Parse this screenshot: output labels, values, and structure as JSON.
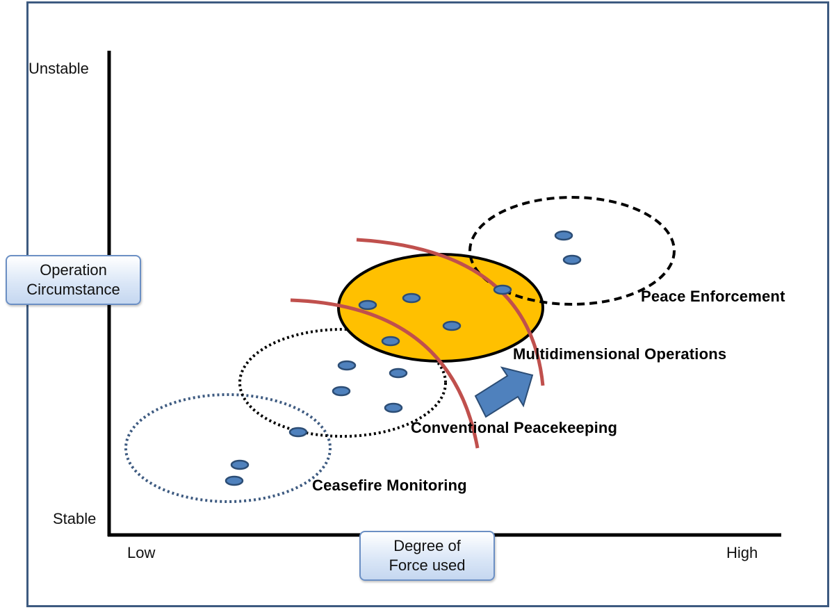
{
  "axes": {
    "y_top_label": "Unstable",
    "y_bottom_label": "Stable",
    "x_left_label": "Low",
    "x_right_label": "High",
    "y_title_lines": [
      "Operation",
      "Circumstance"
    ],
    "x_title_lines": [
      "Degree of",
      "Force used"
    ]
  },
  "zones": {
    "ceasefire": "Ceasefire Monitoring",
    "conventional": "Conventional Peacekeeping",
    "multidimensional": "Multidimensional Operations",
    "enforcement": "Peace Enforcement"
  },
  "colors": {
    "frame": "#3d5a80",
    "axis_line": "#000000",
    "multidimensional_fill": "#ffc000",
    "curve": "#c0504d",
    "dot_fill": "#4f81bd",
    "dot_stroke": "#2c4d75",
    "arrow_fill": "#4f81bd",
    "ceasefire_outline": "#3d5a80"
  }
}
